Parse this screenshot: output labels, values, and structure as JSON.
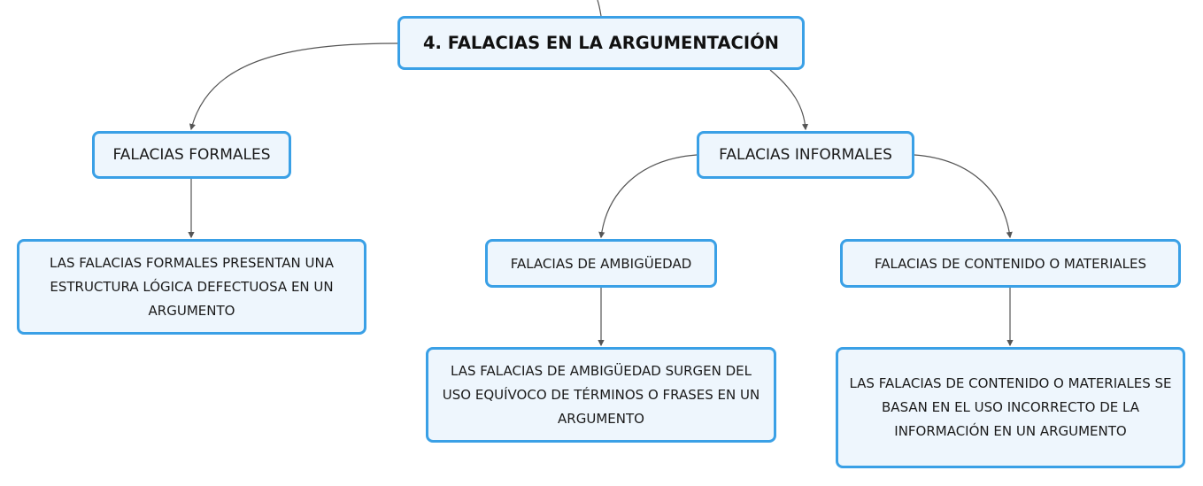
{
  "diagram": {
    "root": {
      "label": "4. FALACIAS EN LA ARGUMENTACIÓN"
    },
    "formales": {
      "label": "FALACIAS FORMALES",
      "description": "LAS FALACIAS FORMALES PRESENTAN UNA ESTRUCTURA LÓGICA DEFECTUOSA EN UN ARGUMENTO"
    },
    "informales": {
      "label": "FALACIAS INFORMALES",
      "ambiguedad": {
        "label": "FALACIAS DE AMBIGÜEDAD",
        "description": "LAS FALACIAS DE AMBIGÜEDAD SURGEN DEL USO EQUÍVOCO DE TÉRMINOS O FRASES EN UN ARGUMENTO"
      },
      "contenido": {
        "label": "FALACIAS DE CONTENIDO O MATERIALES",
        "description": "LAS FALACIAS DE CONTENIDO O MATERIALES SE BASAN EN EL USO INCORRECTO DE LA INFORMACIÓN EN UN ARGUMENTO"
      }
    },
    "colors": {
      "node_border": "#3aa0e6",
      "node_fill": "#eef6fd",
      "connector": "#555555"
    }
  }
}
